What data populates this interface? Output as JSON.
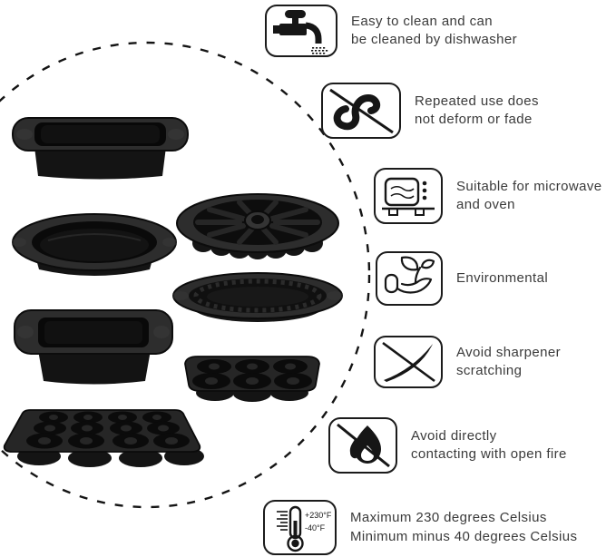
{
  "colors": {
    "background": "#ffffff",
    "line_art": "#161616",
    "caption_text": "#3a3a3a",
    "bakeware_body": "#151515",
    "bakeware_rim": "#2d2d2d",
    "bakeware_cavity": "#0a0a0a"
  },
  "showcase": {
    "frame": "dashed-circle",
    "items": [
      {
        "name": "loaf-pan"
      },
      {
        "name": "round-cake-pan"
      },
      {
        "name": "bundt-cake-pan"
      },
      {
        "name": "fluted-pie-pan"
      },
      {
        "name": "square-cake-pan"
      },
      {
        "name": "muffin-pan-6-cup"
      },
      {
        "name": "mini-muffin-tray-12-cup"
      }
    ]
  },
  "features": [
    {
      "icon": "faucet-icon",
      "lines": [
        "Easy to clean and can",
        "be cleaned by dishwasher"
      ]
    },
    {
      "icon": "no-deform-icon",
      "lines": [
        "Repeated use does",
        "not deform or fade"
      ]
    },
    {
      "icon": "microwave-icon",
      "lines": [
        "Suitable for microwave",
        "and oven"
      ]
    },
    {
      "icon": "eco-hand-icon",
      "lines": [
        "Environmental"
      ]
    },
    {
      "icon": "no-knife-icon",
      "lines": [
        "Avoid sharpener",
        "scratching"
      ]
    },
    {
      "icon": "no-open-fire-icon",
      "lines": [
        "Avoid directly",
        "contacting with open fire"
      ]
    },
    {
      "icon": "thermometer-icon",
      "lines": [
        "Maximum 230 degrees Celsius",
        "Minimum minus 40 degrees Celsius"
      ],
      "icon_labels": {
        "max": "+230°F",
        "min": "-40°F"
      }
    }
  ]
}
